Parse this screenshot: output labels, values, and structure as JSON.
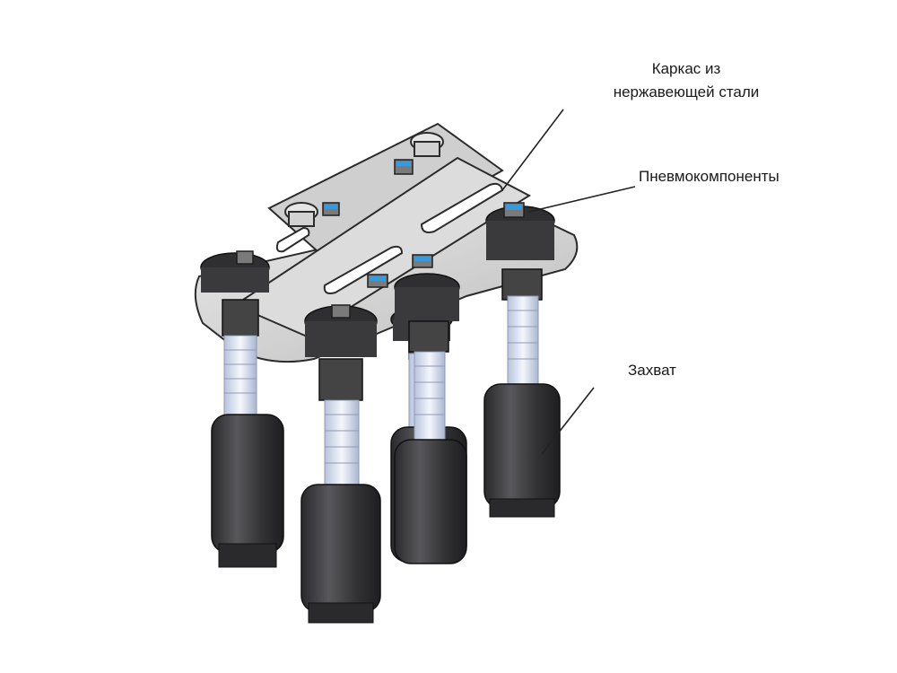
{
  "labels": {
    "frame_line1": "Каркас из",
    "frame_line2": "нержавеющей стали",
    "pneumatics": "Пневмокомпоненты",
    "gripper": "Захват"
  },
  "colors": {
    "steel": "#d6d6d6",
    "steel_dark": "#9a9a9a",
    "outline": "#2b2b2b",
    "gripper_body": "#3a3a3c",
    "spring": "#cfd8ea",
    "fitting_blue": "#3a9ad9"
  },
  "icons": {
    "gripper": "vacuum-gripper-icon",
    "fitting": "pneumatic-fitting-icon",
    "knob": "thumb-screw-icon"
  }
}
